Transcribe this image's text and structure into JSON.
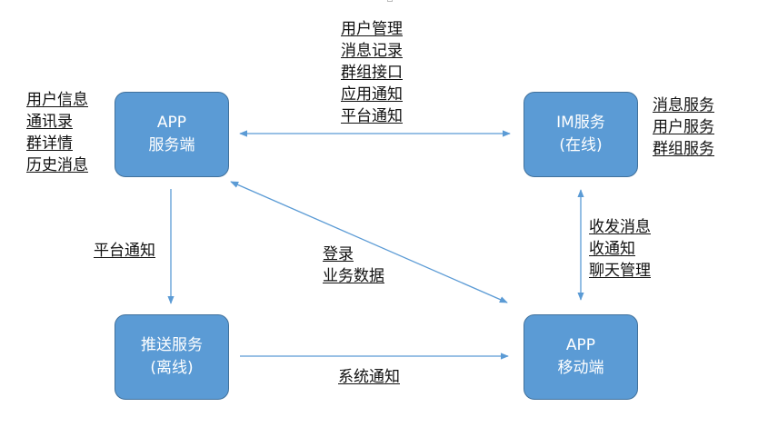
{
  "colors": {
    "node_fill": "#5b9bd5",
    "node_border": "#41719c",
    "node_text": "#ffffff",
    "arrow": "#5b9bd5",
    "label_text": "#111111"
  },
  "nodes": {
    "app_server": {
      "line1": "APP",
      "line2": "服务端"
    },
    "im_service": {
      "line1": "IM服务",
      "line2": "(在线)"
    },
    "push_service": {
      "line1": "推送服务",
      "line2": "(离线)"
    },
    "app_mobile": {
      "line1": "APP",
      "line2": "移动端"
    }
  },
  "labels": {
    "app_server_info": [
      "用户信息",
      "通讯录",
      "群详情",
      "历史消息"
    ],
    "server_im_link": [
      "用户管理",
      "消息记录",
      "群组接口",
      "应用通知",
      "平台通知"
    ],
    "im_info": [
      "消息服务",
      "用户服务",
      "群组服务"
    ],
    "server_push_link": [
      "平台通知"
    ],
    "login_link": [
      "登录",
      "业务数据"
    ],
    "im_mobile_link": [
      "收发消息",
      "收通知",
      "聊天管理"
    ],
    "push_mobile_link": [
      "系统通知"
    ]
  },
  "connections": [
    {
      "from": "app_server",
      "to": "im_service",
      "direction": "both"
    },
    {
      "from": "app_server",
      "to": "push_service",
      "direction": "forward"
    },
    {
      "from": "app_server",
      "to": "app_mobile",
      "direction": "both"
    },
    {
      "from": "im_service",
      "to": "app_mobile",
      "direction": "both"
    },
    {
      "from": "push_service",
      "to": "app_mobile",
      "direction": "forward"
    }
  ]
}
